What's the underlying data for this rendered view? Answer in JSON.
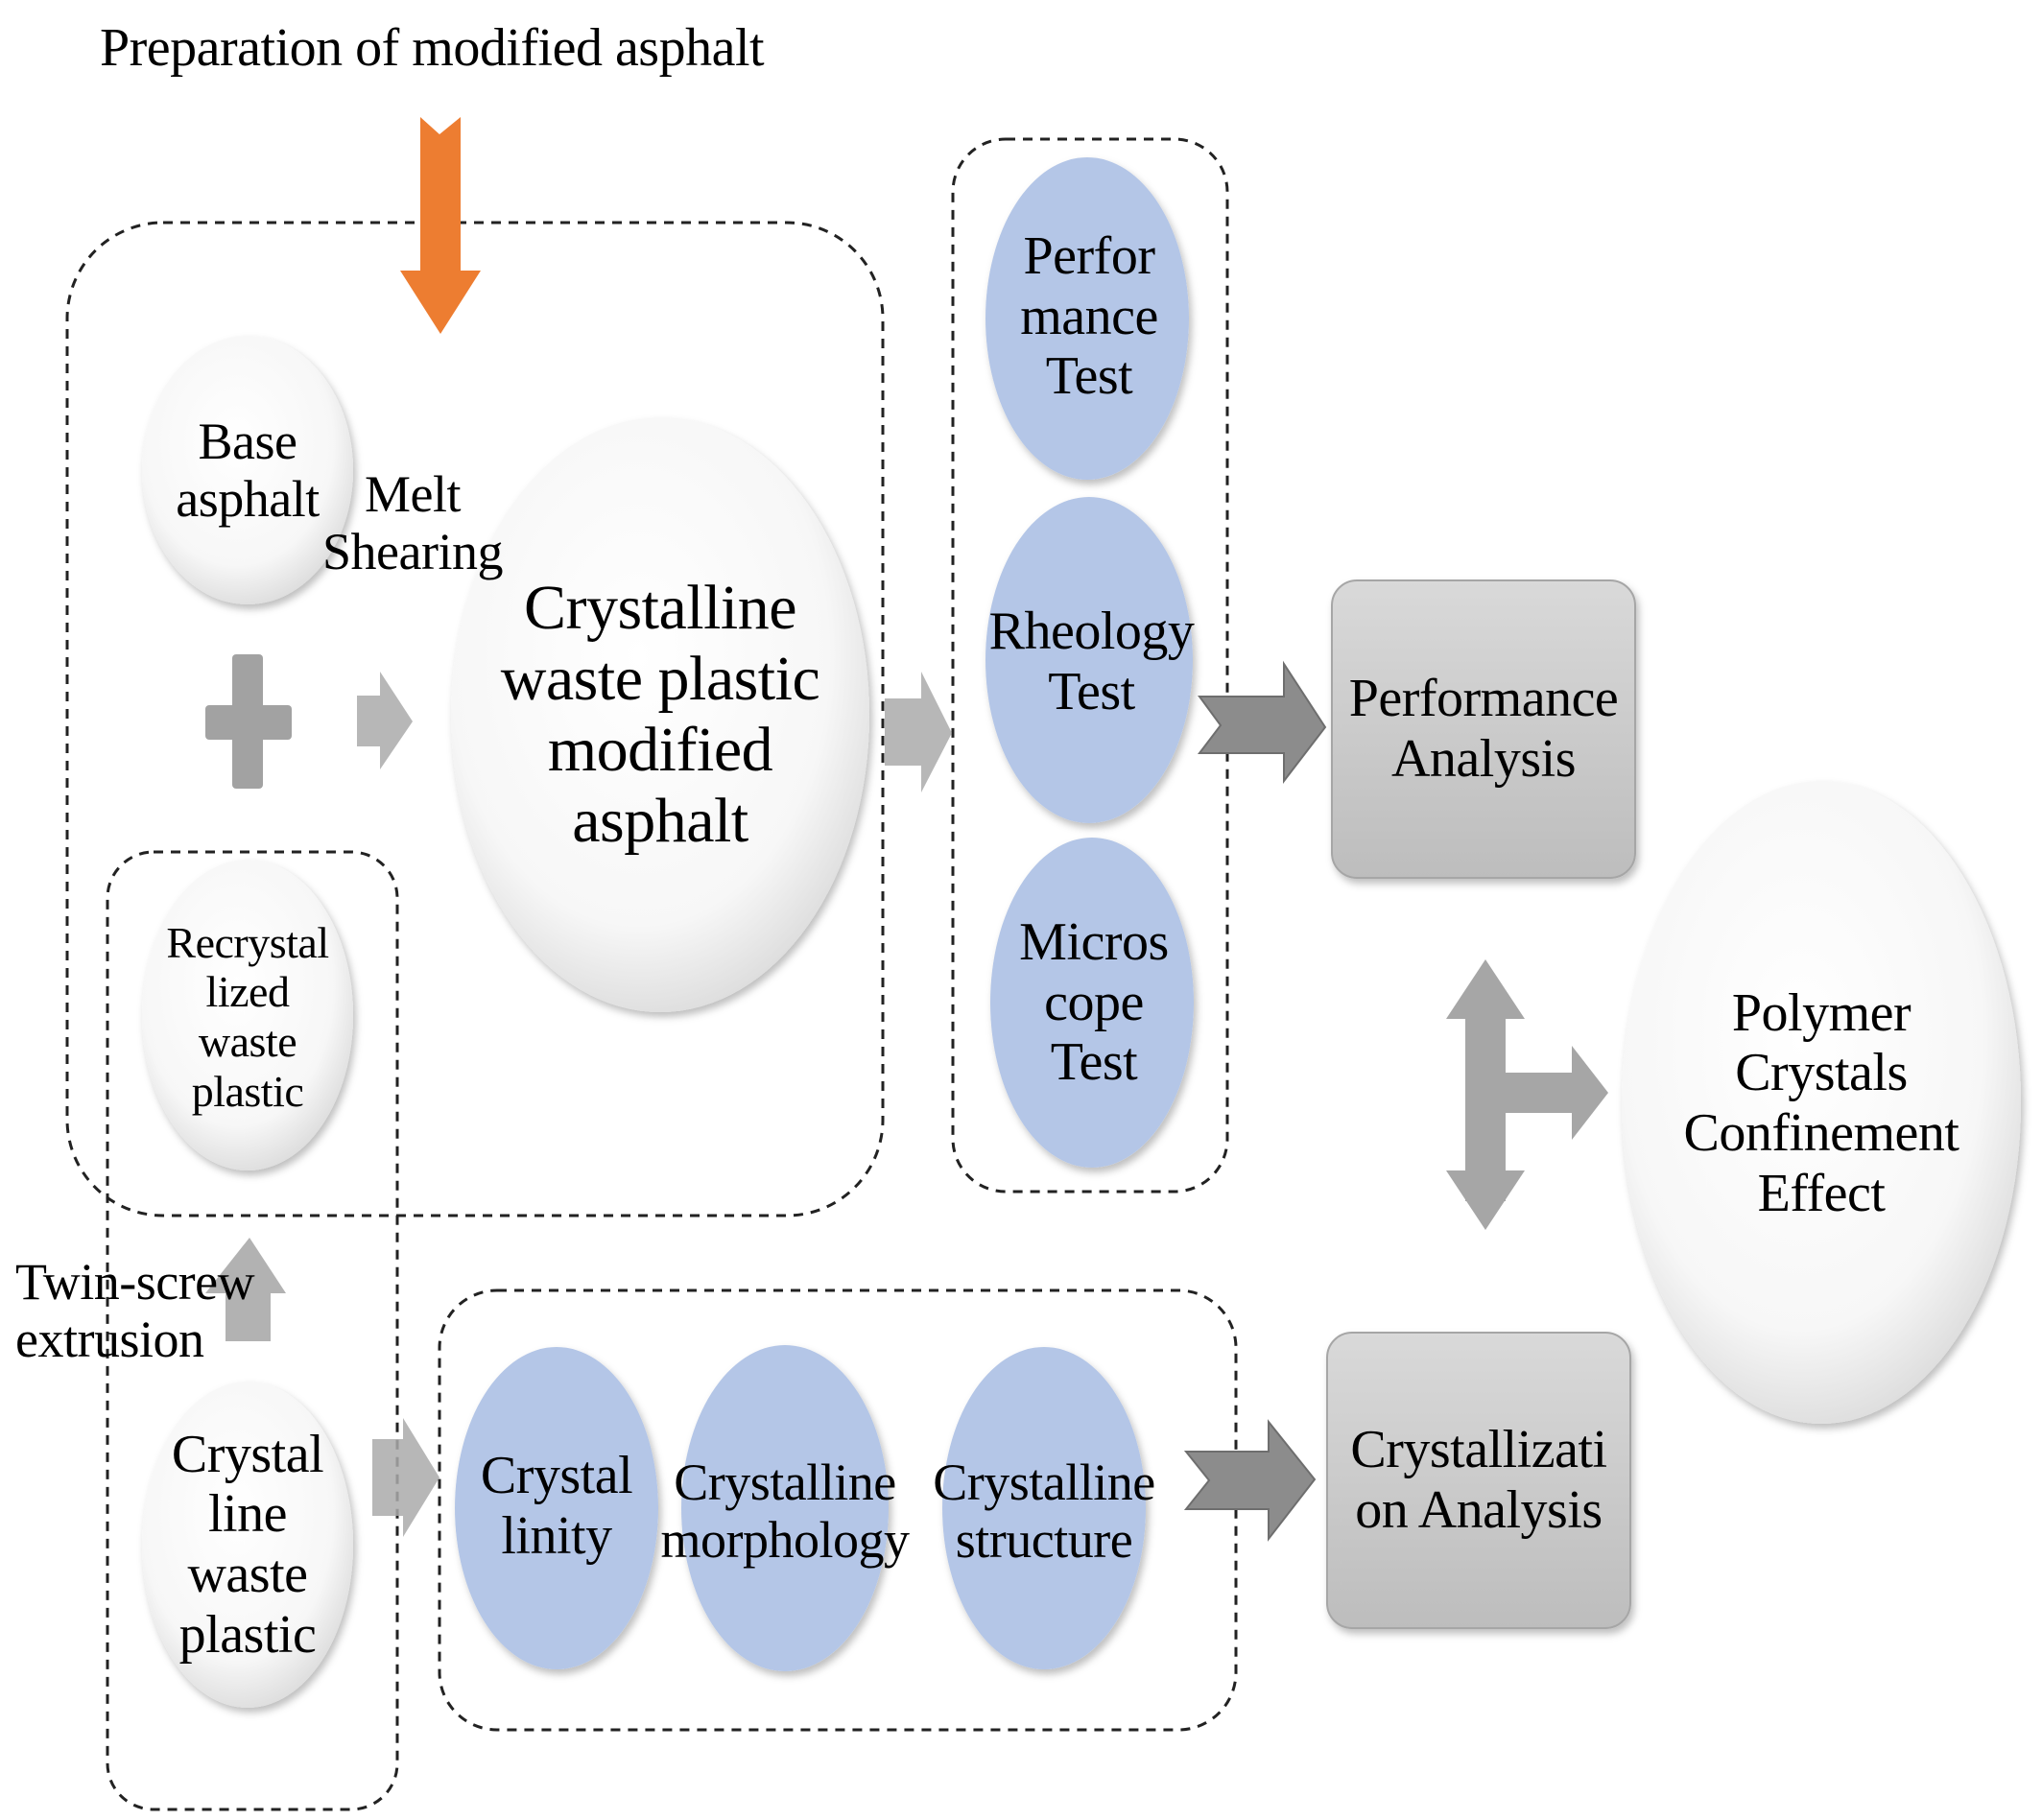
{
  "title": "Preparation of modified asphalt",
  "colors": {
    "blue_node": "#b4c6e7",
    "grey_box": "#c8c8c8",
    "arrow_grey": "#8c8c8c",
    "orange_arrow": "#ed7d31",
    "white_node": "#ffffff"
  },
  "nodes": {
    "base_asphalt": "Base\nasphalt",
    "melt_shearing": "Melt\nShearing",
    "cwpma": "Crystalline\nwaste plastic\nmodified\nasphalt",
    "recrystallized": "Recrystal\nlized\nwaste\nplastic",
    "twin_screw": "Twin-screw\nextrusion",
    "crystalline_waste": "Crystal\nline\nwaste\nplastic",
    "performance_test": "Perfor\nmance\nTest",
    "rheology_test": "Rheology\nTest",
    "microscope_test": "Micros\ncope\nTest",
    "crystallinity": "Crystal\nlinity",
    "crystalline_morphology": "Crystalline\nmorphology",
    "crystalline_structure": "Crystalline\nstructure",
    "performance_analysis": "Performance\nAnalysis",
    "crystallization_analysis": "Crystallizati\non Analysis",
    "polymer_effect": "Polymer\nCrystals\nConfinement\nEffect"
  }
}
